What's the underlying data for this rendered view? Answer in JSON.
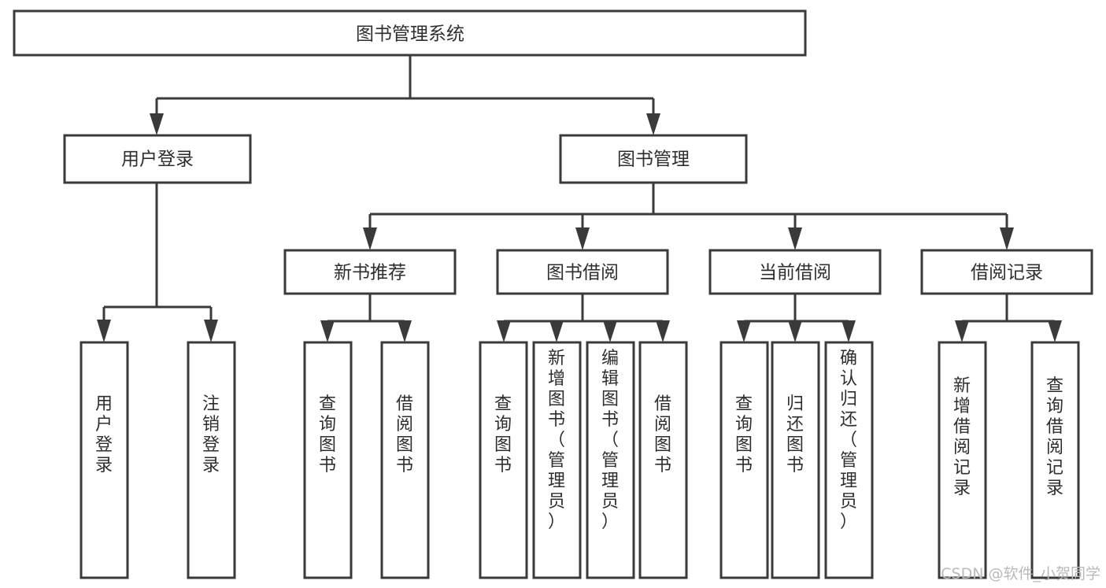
{
  "diagram": {
    "title": "图书管理系统",
    "type": "tree-hierarchy-diagram",
    "root": {
      "id": "root",
      "label": "图书管理系统"
    },
    "level2": [
      {
        "id": "user-login",
        "label": "用户登录"
      },
      {
        "id": "book-management",
        "label": "图书管理"
      }
    ],
    "level3": [
      {
        "id": "new-book-recommend",
        "label": "新书推荐",
        "parent": "book-management"
      },
      {
        "id": "book-borrow",
        "label": "图书借阅",
        "parent": "book-management"
      },
      {
        "id": "current-borrow",
        "label": "当前借阅",
        "parent": "book-management"
      },
      {
        "id": "borrow-record",
        "label": "借阅记录",
        "parent": "book-management"
      }
    ],
    "leaves": {
      "user-login": [
        {
          "id": "leaf-user-login",
          "label": "用户登录"
        },
        {
          "id": "leaf-logout",
          "label": "注销登录"
        }
      ],
      "new-book-recommend": [
        {
          "id": "leaf-query-book-1",
          "label": "查询图书"
        },
        {
          "id": "leaf-borrow-book-1",
          "label": "借阅图书"
        }
      ],
      "book-borrow": [
        {
          "id": "leaf-query-book-2",
          "label": "查询图书"
        },
        {
          "id": "leaf-add-book",
          "label": "新增图书（管理员）"
        },
        {
          "id": "leaf-edit-book",
          "label": "编辑图书（管理员）"
        },
        {
          "id": "leaf-borrow-book-2",
          "label": "借阅图书"
        }
      ],
      "current-borrow": [
        {
          "id": "leaf-query-book-3",
          "label": "查询图书"
        },
        {
          "id": "leaf-return-book",
          "label": "归还图书"
        },
        {
          "id": "leaf-confirm-return",
          "label": "确认归还（管理员）"
        }
      ],
      "borrow-record": [
        {
          "id": "leaf-add-record",
          "label": "新增借阅记录"
        },
        {
          "id": "leaf-query-record",
          "label": "查询借阅记录"
        }
      ]
    }
  },
  "watermark": {
    "label": "CSDN @软件_小贺同学"
  },
  "colors": {
    "box_stroke": "#3a3a3a",
    "box_fill": "#ffffff",
    "text": "#2e2e2e",
    "background": "#ffffff",
    "watermark": "#b9b9b9"
  }
}
